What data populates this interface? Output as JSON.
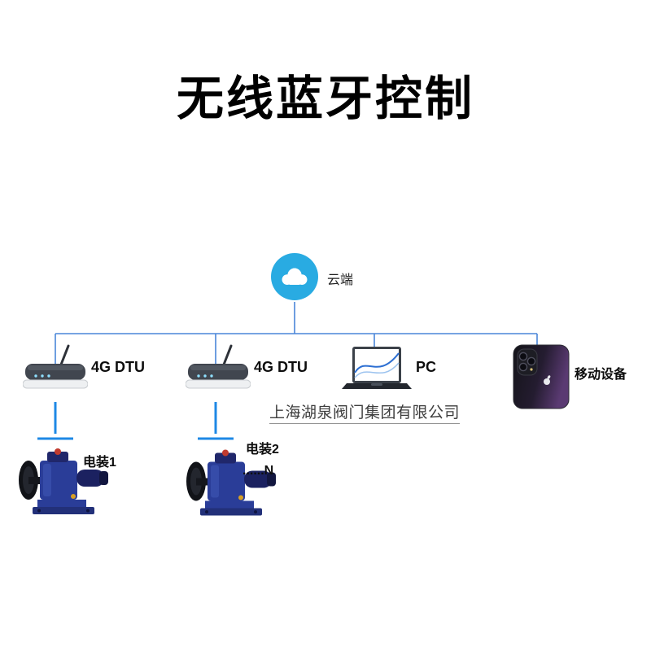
{
  "title": "无线蓝牙控制",
  "cloud": {
    "label": "云端"
  },
  "nodes": {
    "dtu1": {
      "label": "4G DTU"
    },
    "dtu2": {
      "label": "4G DTU"
    },
    "pc": {
      "label": "PC"
    },
    "mobile": {
      "label": "移动设备"
    }
  },
  "actuators": {
    "a1": {
      "label": "电装1"
    },
    "a2": {
      "label": "电装2",
      "more": "......N"
    }
  },
  "watermark": "上海湖泉阀门集团有限公司",
  "colors": {
    "line": "#4a86d8",
    "connector": "#1e88e5",
    "cloud": "#29abe2"
  }
}
